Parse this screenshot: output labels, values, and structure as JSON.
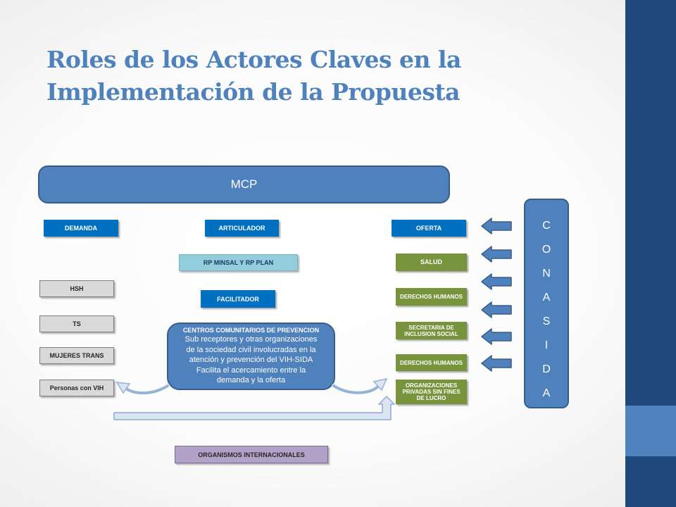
{
  "slide": {
    "title_line1": "Roles de los Actores Claves en la",
    "title_line2": "Implementación de la Propuesta"
  },
  "diagram": {
    "mcp": "MCP",
    "headers": {
      "demanda": "DEMANDA",
      "articulador": "ARTICULADOR",
      "oferta": "OFERTA"
    },
    "articulador": {
      "rp": "RP  MINSAL  Y RP PLAN",
      "facilitador": "FACILITADOR"
    },
    "demanda_items": [
      "HSH",
      "TS",
      "MUJERES TRANS",
      "Personas con VIH"
    ],
    "oferta_items": [
      "SALUD",
      "DERECHOS HUMANOS",
      "SECRETARIA DE INCLUSION SOCIAL",
      "DERECHOS HUMANOS",
      "ORGANIZACIONES PRIVADAS SIN FINES DE LUCRO"
    ],
    "centros": {
      "heading": "CENTROS COMUNITARIOS DE PREVENCION",
      "lines": [
        "Sub receptores    y otras organizaciones",
        "de la sociedad civil involucradas en la",
        "atención y prevención del VIH-SIDA",
        "Facilita el acercamiento entre la",
        "demanda y la oferta"
      ]
    },
    "organismos": "ORGANISMOS INTERNACIONALES",
    "conasida_letters": [
      "C",
      "O",
      "N",
      "A",
      "S",
      "I",
      "D",
      "A"
    ]
  },
  "colors": {
    "title": "#4f81bd",
    "sidebar": "#1f497d",
    "sidebar_accent": "#4f81bd",
    "header_boxes": "#0070c0",
    "oferta_boxes": "#77933c",
    "rp_box": "#92cddc",
    "demanda_boxes": "#d9d9d9",
    "organismos_box": "#b3a2c7",
    "arrows": "#4f81bd"
  }
}
